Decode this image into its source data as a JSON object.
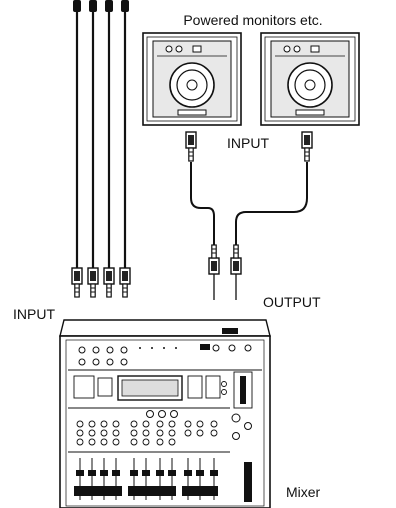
{
  "labels": {
    "powered_monitors": "Powered monitors etc.",
    "monitor_input": "INPUT",
    "mixer_input": "INPUT",
    "mixer_output": "OUTPUT",
    "mixer": "Mixer"
  },
  "icons": {
    "monitor": "powered-speaker-icon",
    "plug": "phone-plug-icon",
    "mixer": "mixing-console-icon"
  },
  "colors": {
    "line": "#111111",
    "background": "#ffffff"
  }
}
